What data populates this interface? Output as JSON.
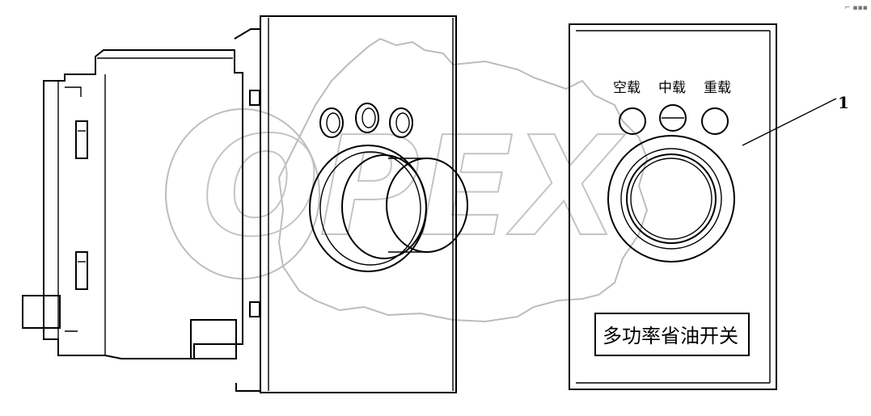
{
  "callout": {
    "number": "1"
  },
  "front_panel": {
    "indicator_labels": [
      "空载",
      "中载",
      "重载"
    ],
    "name_plate": "多功率省油开关"
  },
  "watermark": {
    "text": "OPEX"
  },
  "corner_mark": "⌐ ▪▪▪"
}
